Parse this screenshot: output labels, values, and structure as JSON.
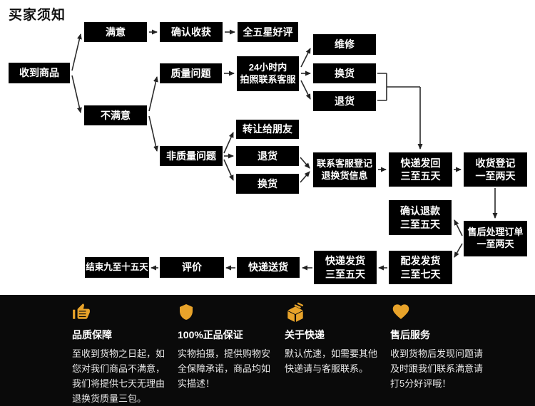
{
  "title": "买家须知",
  "flow": {
    "nodes": [
      {
        "id": "received",
        "label": "收到商品"
      },
      {
        "id": "satisfied",
        "label": "满意"
      },
      {
        "id": "confirm-receipt",
        "label": "确认收获"
      },
      {
        "id": "five-star",
        "label": "全五星好评"
      },
      {
        "id": "quality-issue",
        "label": "质量问题"
      },
      {
        "id": "contact-24h",
        "label": "24小时内\n拍照联系客服"
      },
      {
        "id": "repair",
        "label": "维修"
      },
      {
        "id": "exchange-1",
        "label": "换货"
      },
      {
        "id": "return-1",
        "label": "退货"
      },
      {
        "id": "dissatisfied",
        "label": "不满意"
      },
      {
        "id": "non-quality-issue",
        "label": "非质量问题"
      },
      {
        "id": "transfer-friend",
        "label": "转让给朋友"
      },
      {
        "id": "return-2",
        "label": "退货"
      },
      {
        "id": "exchange-2",
        "label": "换货"
      },
      {
        "id": "contact-register",
        "label": "联系客服登记\n退换货信息"
      },
      {
        "id": "express-back",
        "label": "快递发回\n三至五天"
      },
      {
        "id": "receipt-register",
        "label": "收货登记\n一至两天"
      },
      {
        "id": "confirm-refund",
        "label": "确认退款\n三至五天"
      },
      {
        "id": "aftersales-order",
        "label": "售后处理订单\n一至两天"
      },
      {
        "id": "dispatch-ship",
        "label": "配发发货\n三至七天"
      },
      {
        "id": "express-ship",
        "label": "快递发货\n三至五天"
      },
      {
        "id": "express-deliver",
        "label": "快递送货"
      },
      {
        "id": "review",
        "label": "评价"
      },
      {
        "id": "end",
        "label": "结束九至十五天"
      }
    ]
  },
  "banner": {
    "items": [
      {
        "icon": "thumbs-up-icon",
        "heading": "品质保障",
        "body": "至收到货物之日起，如\n您对我们商品不满意，\n我们将提供七天无理由\n退换货质量三包。"
      },
      {
        "icon": "shield-icon",
        "heading": "100%正品保证",
        "body": "实物拍摄，提供购物安\n全保障承诺，商品均如\n实描述！"
      },
      {
        "icon": "box-icon",
        "heading": "关于快递",
        "body": "默认优速，如需要其他\n快递请与客服联系。"
      },
      {
        "icon": "heart-icon",
        "heading": "售后服务",
        "body": "收到货物后发现问题请\n及时跟我们联系满意请\n打5分好评哦！"
      }
    ]
  },
  "colors": {
    "accent_gold": "#E8A32A",
    "node_black": "#000000",
    "banner_black": "#0A0A0A"
  }
}
